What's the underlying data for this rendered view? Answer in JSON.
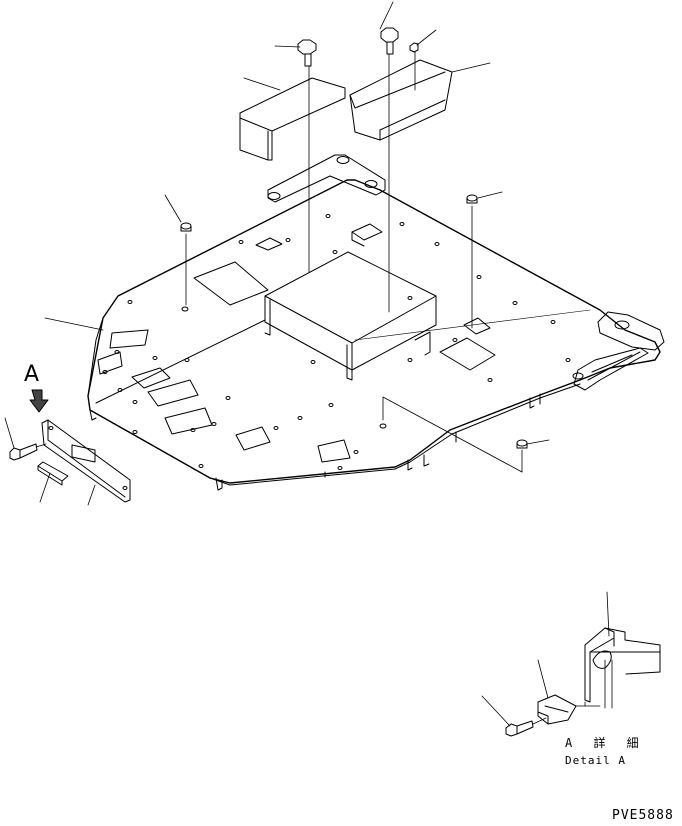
{
  "view_arrow_label": "A",
  "detail_caption_jp": "A 詳 細",
  "detail_caption_en": "Detail A",
  "drawing_number": "PVE5888"
}
